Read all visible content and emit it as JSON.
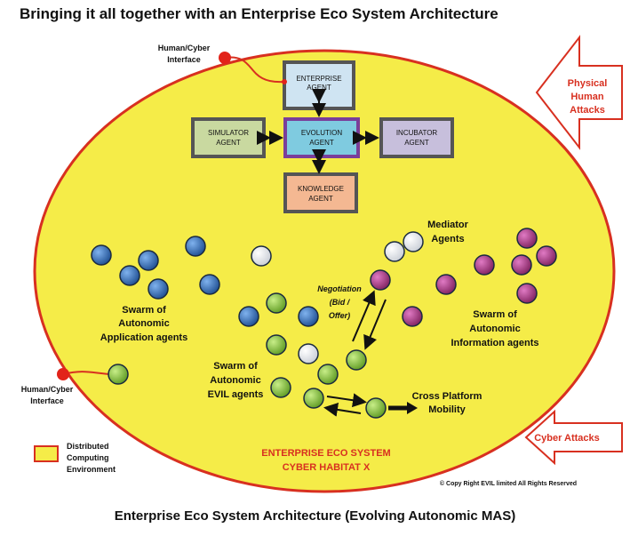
{
  "title": "Bringing it all together with an Enterprise Eco System Architecture",
  "caption": "Enterprise Eco System Architecture (Evolving Autonomic MAS)",
  "agents": {
    "enterprise": [
      "ENTERPRISE",
      "AGENT"
    ],
    "simulator": [
      "SIMULATOR",
      "AGENT"
    ],
    "evolution": [
      "EVOLUTION",
      "AGENT"
    ],
    "incubator": [
      "INCUBATOR",
      "AGENT"
    ],
    "knowledge": [
      "KNOWLEDGE",
      "AGENT"
    ]
  },
  "interfaces": {
    "top": [
      "Human/Cyber",
      "Interface"
    ],
    "left": [
      "Human/Cyber",
      "Interface"
    ]
  },
  "attacks": {
    "physical": [
      "Physical",
      "Human",
      "Attacks"
    ],
    "cyber": "Cyber Attacks"
  },
  "labels": {
    "mediator": [
      "Mediator",
      "Agents"
    ],
    "negotiation": [
      "Negotiation",
      "(Bid /",
      "Offer)"
    ],
    "app_swarm": [
      "Swarm of",
      "Autonomic",
      "Application agents"
    ],
    "evil_swarm": [
      "Swarm of",
      "Autonomic",
      "EVIL agents"
    ],
    "info_swarm": [
      "Swarm of",
      "Autonomic",
      "Information agents"
    ],
    "cross_platform": [
      "Cross Platform",
      "Mobility"
    ],
    "habitat": [
      "ENTERPRISE ECO SYSTEM",
      "CYBER HABITAT X"
    ],
    "copyright": "© Copy Right EVIL limited All Rights Reserved"
  },
  "legend": [
    "Distributed",
    "Computing",
    "Environment"
  ],
  "colors": {
    "habitat_fill": "#f5ec48",
    "habitat_stroke": "#d83020",
    "application_agent": "#2f6cb5",
    "evil_agent": "#8cc43c",
    "information_agent": "#b23a8c",
    "mediator_agent": "#f2f2f2"
  }
}
